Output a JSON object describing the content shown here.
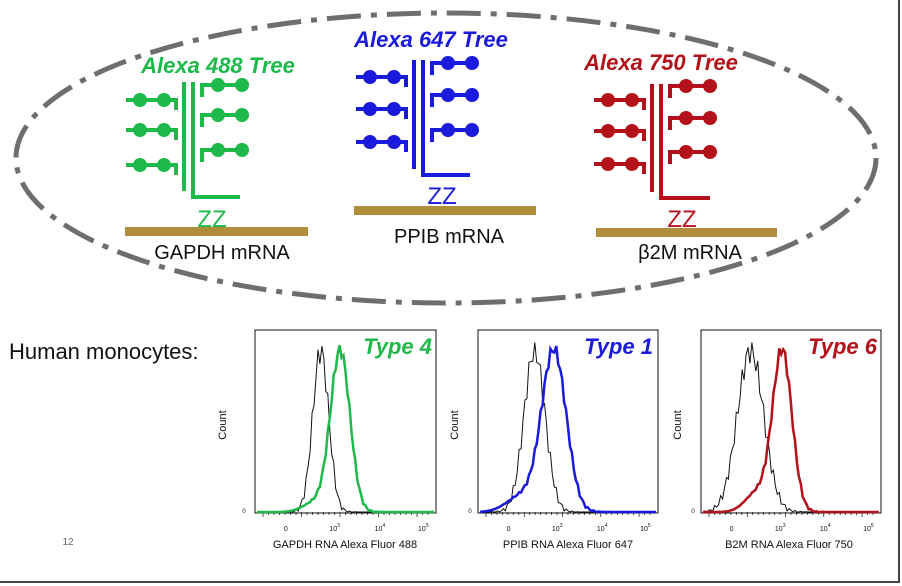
{
  "colors": {
    "green": "#1db94a",
    "blue": "#1a1adc",
    "red": "#b3121a",
    "mrna": "#b08d3a",
    "dash": "#6e6e6e",
    "black": "#111111"
  },
  "trees": [
    {
      "title": "Alexa 488 Tree",
      "mrna": "GAPDH mRNA",
      "zz": "ZZ",
      "color_key": "green"
    },
    {
      "title": "Alexa 647 Tree",
      "mrna": "PPIB mRNA",
      "zz": "ZZ",
      "color_key": "blue"
    },
    {
      "title": "Alexa 750 Tree",
      "mrna": "β2M mRNA",
      "zz": "ZZ",
      "color_key": "red"
    }
  ],
  "section_label": "Human monocytes:",
  "page_number": "12",
  "icons": [
    "dash-dot-ellipse-outline",
    "probe-tree-icon",
    "fluorophore-dot-icon"
  ],
  "plots": [
    {
      "type_label": "Type 4",
      "xlabel": "GAPDH RNA Alexa Fluor 488",
      "ylabel": "Count",
      "y_tick": "0",
      "x_ticks": [
        {
          "label": "0",
          "sup": ""
        },
        {
          "label": "10",
          "sup": "3"
        },
        {
          "label": "10",
          "sup": "4"
        },
        {
          "label": "10",
          "sup": "5"
        }
      ],
      "color_key": "green"
    },
    {
      "type_label": "Type 1",
      "xlabel": "PPIB RNA Alexa Fluor 647",
      "ylabel": "Count",
      "y_tick": "0",
      "x_ticks": [
        {
          "label": "0",
          "sup": ""
        },
        {
          "label": "10",
          "sup": "3"
        },
        {
          "label": "10",
          "sup": "4"
        },
        {
          "label": "10",
          "sup": "5"
        }
      ],
      "color_key": "blue"
    },
    {
      "type_label": "Type 6",
      "xlabel": "B2M RNA Alexa Fluor 750",
      "ylabel": "Count",
      "y_tick": "0",
      "x_ticks": [
        {
          "label": "0",
          "sup": ""
        },
        {
          "label": "10",
          "sup": "3"
        },
        {
          "label": "10",
          "sup": "4"
        },
        {
          "label": "10",
          "sup": "5"
        }
      ],
      "color_key": "red"
    }
  ]
}
